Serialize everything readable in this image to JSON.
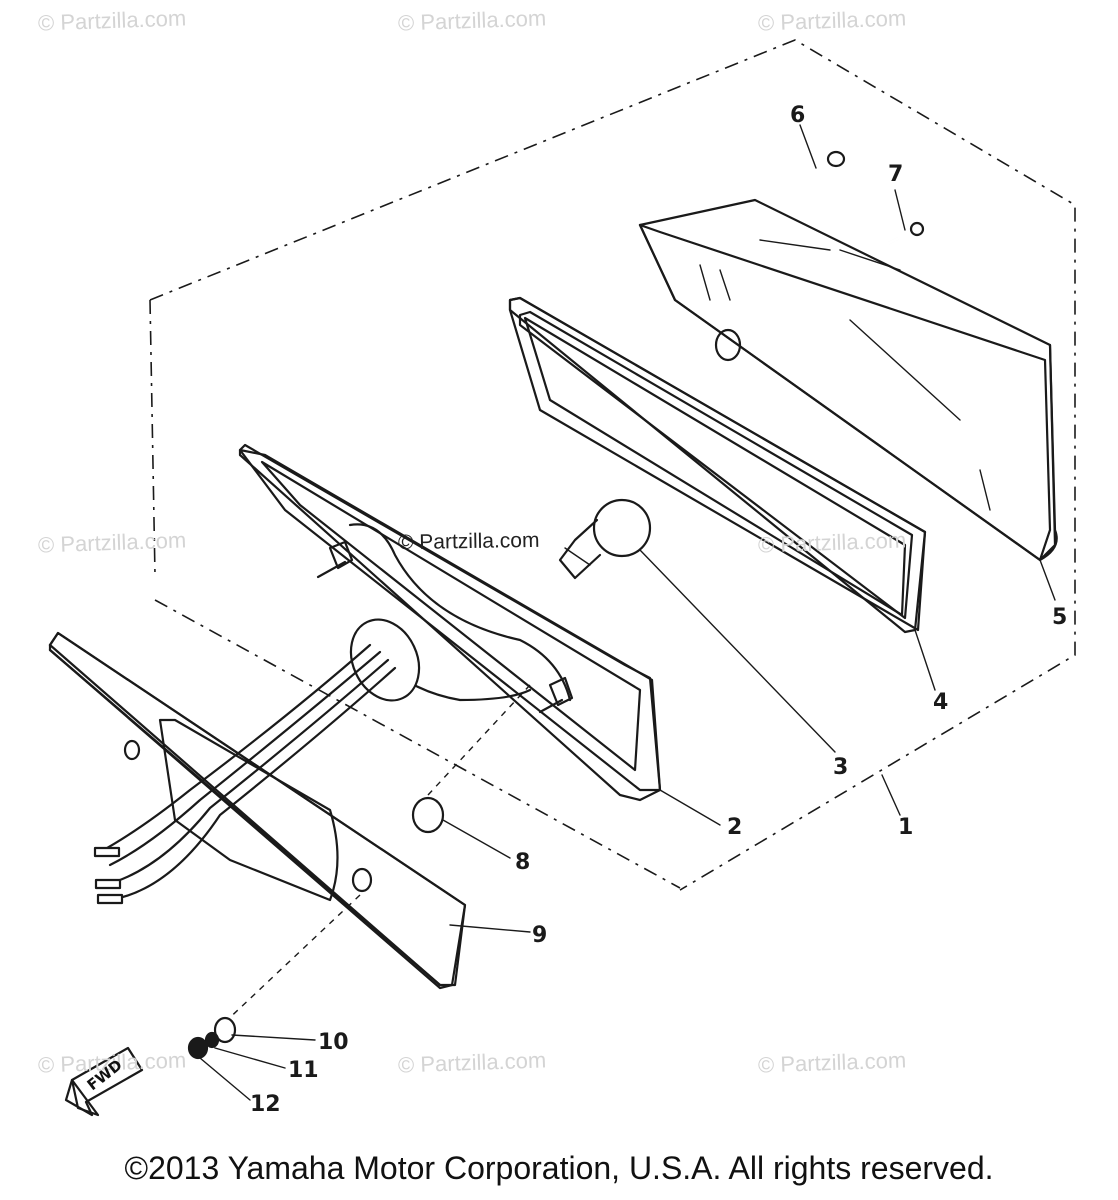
{
  "watermarks": {
    "text": "© Partzilla.com",
    "center_text": "© Partzilla.com"
  },
  "callouts": [
    "1",
    "2",
    "3",
    "4",
    "5",
    "6",
    "7",
    "8",
    "9",
    "10",
    "11",
    "12"
  ],
  "fwd_label": "FWD",
  "copyright": "©2013 Yamaha Motor Corporation, U.S.A. All rights reserved."
}
